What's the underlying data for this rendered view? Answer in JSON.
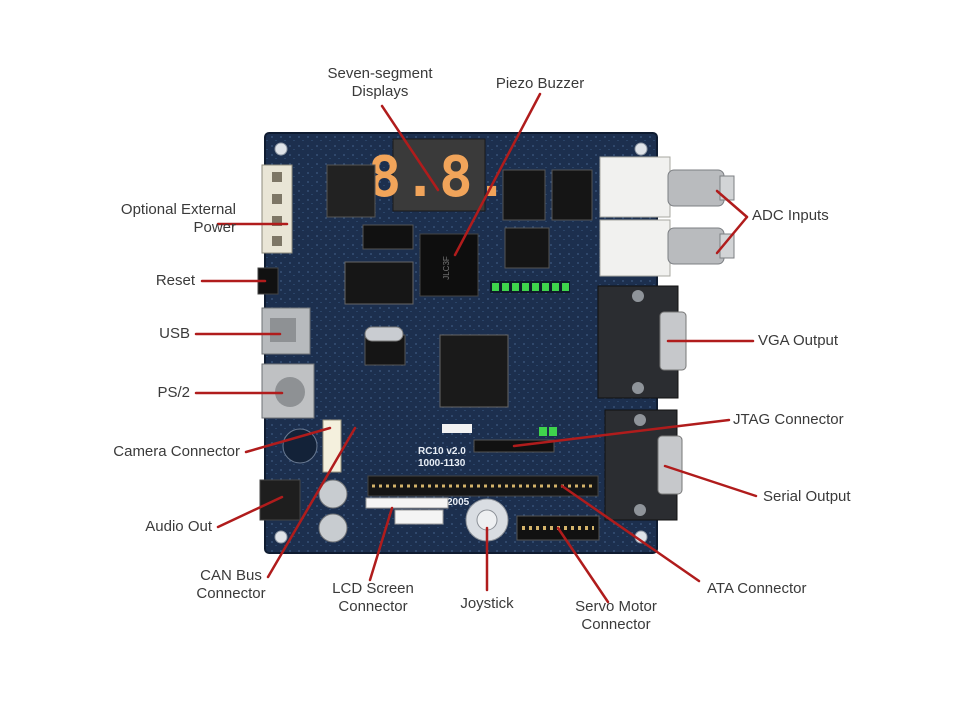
{
  "board": {
    "model_text": "RC10 v2.0",
    "part_text": "1000-1130",
    "year_text": "2005",
    "display_digits": "8.8."
  },
  "labels": {
    "seven_segment": [
      "Seven-segment",
      "Displays"
    ],
    "piezo": "Piezo Buzzer",
    "ext_power": [
      "Optional External",
      "Power"
    ],
    "adc": "ADC Inputs",
    "reset": "Reset",
    "usb": "USB",
    "vga": "VGA Output",
    "ps2": "PS/2",
    "jtag": "JTAG Connector",
    "camera": "Camera Connector",
    "serial": "Serial Output",
    "audio": "Audio Out",
    "can_bus": [
      "CAN Bus",
      "Connector"
    ],
    "lcd": [
      "LCD Screen",
      "Connector"
    ],
    "joystick": "Joystick",
    "servo": [
      "Servo Motor",
      "Connector"
    ],
    "ata": "ATA Connector"
  },
  "colors": {
    "pcb": "#1c2f4e",
    "leader": "#b01c1c",
    "label_text": "#3a3a3a"
  }
}
